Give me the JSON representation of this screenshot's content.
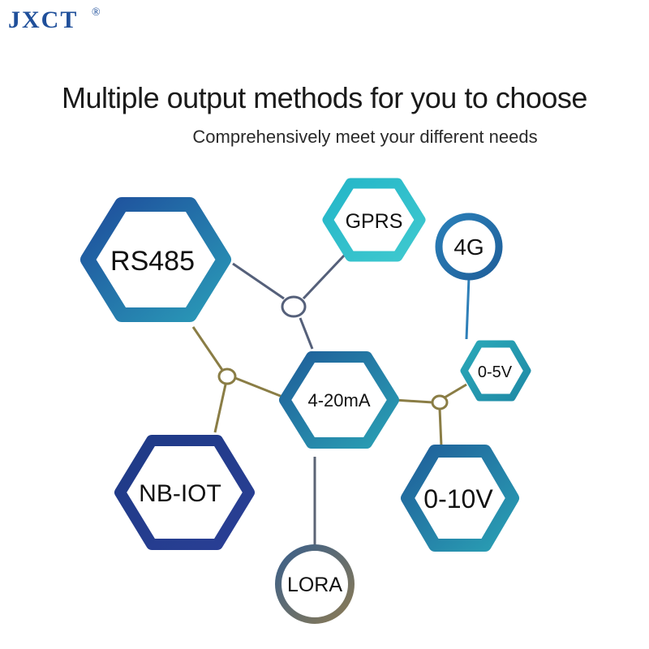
{
  "brand": {
    "logo_text": "JXCT",
    "registered_mark": "®"
  },
  "header": {
    "title": "Multiple output methods for you to choose",
    "subtitle": "Comprehensively meet your different needs"
  },
  "nodes": [
    {
      "id": "rs485",
      "label": "RS485",
      "shape": "hexagon",
      "color_from": "#1e4e9c",
      "color_to": "#2a9bb8"
    },
    {
      "id": "gprs",
      "label": "GPRS",
      "shape": "hexagon",
      "color_from": "#24b6c8",
      "color_to": "#3fc9cf"
    },
    {
      "id": "4g",
      "label": "4G",
      "shape": "circle",
      "color_from": "#2a7fb8",
      "color_to": "#1f5f9a"
    },
    {
      "id": "0-5v",
      "label": "0-5V",
      "shape": "hexagon",
      "color_from": "#2aa8b8",
      "color_to": "#1f8aa6"
    },
    {
      "id": "4-20ma",
      "label": "4-20mA",
      "shape": "hexagon",
      "color_from": "#1f5f9a",
      "color_to": "#2aa0b4"
    },
    {
      "id": "nb-iot",
      "label": "NB-IOT",
      "shape": "hexagon",
      "color_from": "#1e3a86",
      "color_to": "#2a3f95"
    },
    {
      "id": "0-10v",
      "label": "0-10V",
      "shape": "hexagon",
      "color_from": "#1f5f9a",
      "color_to": "#2aa0b4"
    },
    {
      "id": "lora",
      "label": "LORA",
      "shape": "circle",
      "color_from": "#3a5f8a",
      "color_to": "#8a7a55"
    }
  ],
  "colors": {
    "connector_slate": "#55607a",
    "connector_olive": "#8a7d45",
    "connector_blue": "#2e7fb8",
    "connector_gray": "#5b6475"
  }
}
